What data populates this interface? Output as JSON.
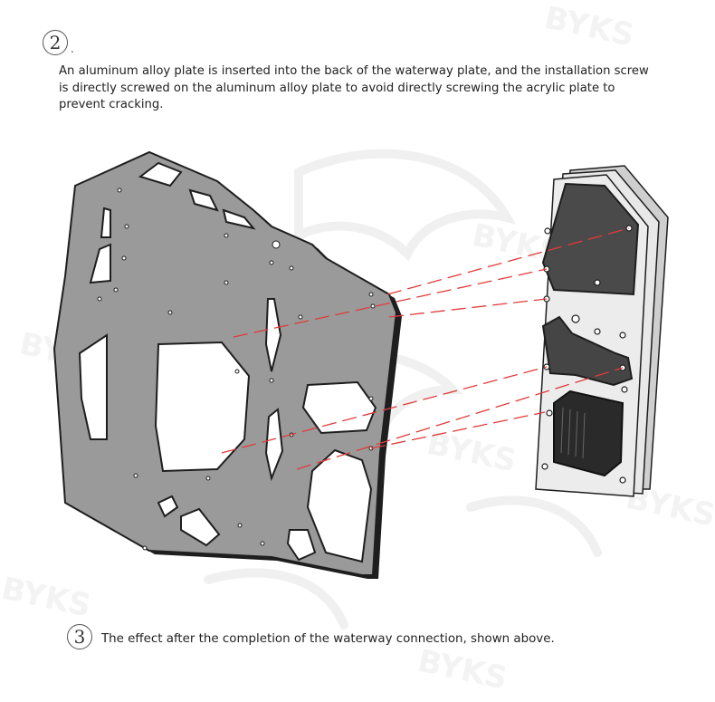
{
  "steps": [
    {
      "number": "2",
      "text": "An aluminum alloy plate is inserted into the back of the waterway plate, and the installation screw is directly screwed on the aluminum alloy plate to avoid directly screwing the acrylic plate to prevent cracking."
    },
    {
      "number": "3",
      "text": "The effect after the completion of the waterway connection, shown above."
    }
  ],
  "badge_suffix": ".",
  "colors": {
    "plate_fill": "#9a9a9a",
    "plate_edge": "#1e1e1e",
    "guide_line": "#e23a3a",
    "waterway_body": "#e2e2e2",
    "watermark": "#f1f1f1"
  },
  "icons": [
    "watermark-logo"
  ]
}
